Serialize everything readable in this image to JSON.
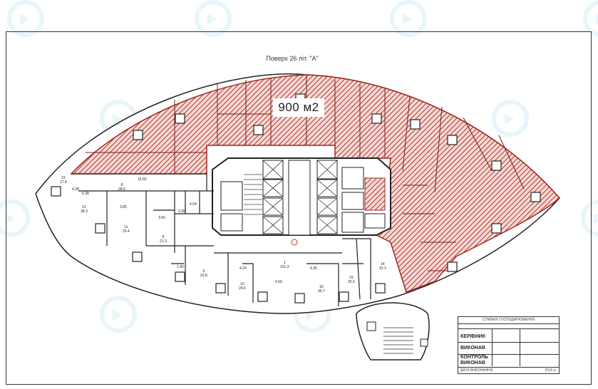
{
  "plan": {
    "title": "Поверх 26 літ. \"А\"",
    "area_label": "900 м2",
    "hatch_color": "#c0392b",
    "hatch_fill": "#d9534f"
  },
  "rooms": [
    {
      "n": "23",
      "a": "17.8"
    },
    {
      "n": "13",
      "a": "38.3"
    },
    {
      "n": "11",
      "a": "29.4"
    },
    {
      "n": "9",
      "a": "21.3"
    },
    {
      "n": "1",
      "a": "101.3"
    },
    {
      "n": "16",
      "a": "30.7"
    },
    {
      "n": "15",
      "a": "25.5"
    },
    {
      "n": "10",
      "a": "24.6"
    },
    {
      "n": "14",
      "a": "22.1"
    },
    {
      "n": "5",
      "a": "23.8"
    },
    {
      "n": "8",
      "a": "28.6"
    }
  ],
  "dims": [
    "5.38",
    "4.28",
    "16.50",
    "3.85",
    "4.04",
    "3.65",
    "4.24",
    "4.35",
    "6.69",
    "1.40",
    "2.90"
  ],
  "title_block": {
    "header": "СУМІЖНІ ГОСПОДАРЮВАННЯ",
    "rows": [
      "КЕРІВНИК",
      "ВИКОНАВ",
      "КОНТРОЛЬ ВИКОНАВ"
    ],
    "footer_left": "ДАТА ВИКОНАННЯ",
    "footer_right": "2016 р."
  },
  "watermark_icon": "logo-watermark-icon"
}
